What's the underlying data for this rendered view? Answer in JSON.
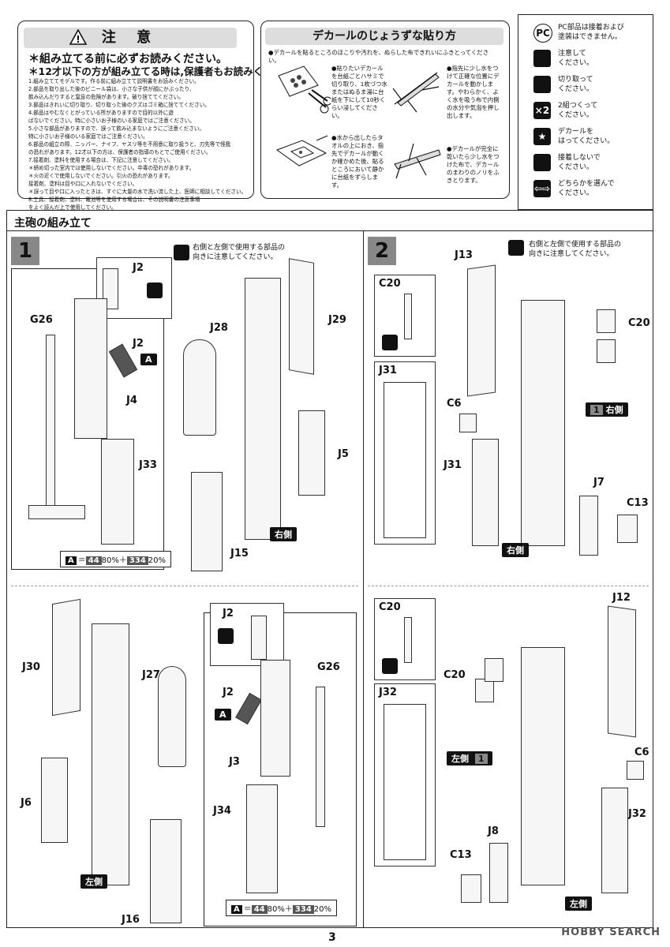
{
  "caution": {
    "title": "注 意",
    "line1": "＊組み立てる前に必ずお読みください。",
    "line2": "＊12才以下の方が組み立てる時は,保護者もお読みください。",
    "notes": [
      "1.組み立ててモデルです。作る前に組み立てて説明書をお読みください。",
      "2.部品を取り出した後のビニール袋は、小さな子供が顔にかぶったり、",
      "  飲み込んだりすると窒息の危険があります。破り捨ててください。",
      "3.部品はきれいに切り取り、切り取った後のクズはゴミ箱に捨ててください。",
      "4.部品はやむなくとがっている所がありますので目的以外に遊",
      "  ばないでください。特に小さいお子様のいる家庭ではご注意ください。",
      "5.小さな部品がありますので、誤って飲み込まないようにご注意ください。",
      "  特に小さいお子様のいる家庭ではご注意ください。",
      "6.部品の組立の際、ニッパー、ナイフ、ヤスリ等を不用意に取り扱うと、刃先等で怪我",
      "  の恐れがあります。12才以下の方は、保護者の指導のもとでご使用ください。",
      "7.接着剤、塗料を使用する場合は、下記に注意してください。",
      "  ＊締め切った室内では使用しないでください。中毒の恐れがあります。",
      "  ＊火の近くで使用しないでください。引火の恐れがあります。",
      "   接着剤、塗料は目や口に入れないでください。",
      "  ＊誤って目や口に入ったときは、すぐに大量の水で洗い流した上、医師に相談してください。",
      "8.工具、接着剤、塗料、電池等を使用する場合は、その説明書の注意事項",
      "  をよく読んだ上で使用してください。"
    ]
  },
  "decal": {
    "title": "デカールのじょうずな貼り方",
    "intro": "●デカールを貼るところのほこりや汚れを、ぬらした布できれいにふきとってください。",
    "steps": [
      "●貼りたいデカールを台紙ごとハサミで切り取り、1枚づつ水またはぬるま湯に台紙を下にして10秒くらい浸してください。",
      "●水から出したらタオルの上におき、指先でデカールが動くか確かめた後、貼るところにおいて静かに台紙をずらします。",
      "●指先に少し水をつけて正確な位置にデカールを動かします。やわらかく、よく水を吸う布で内側の水分や気泡を押し出します。",
      "●デカールが完全に乾いたら少し水をつけた布で、デカールのまわりのノリをふきとります。"
    ]
  },
  "legend": [
    {
      "icon": "PC",
      "name": "pc-icon",
      "text": [
        "PC部品は接着および",
        "塗装はできません。"
      ]
    },
    {
      "icon": "",
      "name": "caution-brush-icon",
      "text": [
        "注意して",
        "ください。"
      ]
    },
    {
      "icon": "",
      "name": "cut-icon",
      "text": [
        "切り取って",
        "ください。"
      ]
    },
    {
      "icon": "×2",
      "name": "make-two-icon",
      "text": [
        "2組つくって",
        "ください。"
      ]
    },
    {
      "icon": "★",
      "name": "decal-star-icon",
      "text": [
        "デカールを",
        "はってください。"
      ]
    },
    {
      "icon": "",
      "name": "no-glue-icon",
      "text": [
        "接着しないで",
        "ください。"
      ]
    },
    {
      "icon": "⇦⇨",
      "name": "choose-icon",
      "text": [
        "どちらかを選んで",
        "ください。"
      ]
    }
  ],
  "assembly": {
    "section_title": "主砲の組み立て",
    "step1": {
      "number": "1",
      "instruction": [
        "右側と左側で使用する部品の",
        "向きに注意してください。"
      ],
      "top_labels": {
        "j2a": "J2",
        "j2b": "J2",
        "a_tag": "A",
        "g26": "G26",
        "j4": "J4",
        "j33": "J33",
        "j28": "J28",
        "j29": "J29",
        "j5": "J5",
        "j15": "J15",
        "right": "右側"
      },
      "bottom_labels": {
        "j30": "J30",
        "j27": "J27",
        "j2a": "J2",
        "j2b": "J2",
        "a_tag": "A",
        "g26": "G26",
        "j3": "J3",
        "j6": "J6",
        "j34": "J34",
        "j16": "J16",
        "left": "左側"
      },
      "formula": {
        "a": "A",
        "eq": "＝",
        "c1": "44",
        "p1": "80%＋",
        "c2": "334",
        "p2": "20%"
      }
    },
    "step2": {
      "number": "2",
      "instruction": [
        "右側と左側で使用する部品の",
        "向きに注意してください。"
      ],
      "top_labels": {
        "j13": "J13",
        "c20box": "C20",
        "c20": "C20",
        "j31box": "J31",
        "c6": "C6",
        "tag1": "1",
        "right_tag": "右側",
        "j31": "J31",
        "j7": "J7",
        "c13": "C13",
        "right": "右側"
      },
      "bottom_labels": {
        "c20box": "C20",
        "j12": "J12",
        "c20": "C20",
        "j32box": "J32",
        "left_tag": "左側",
        "tag1": "1",
        "c6": "C6",
        "j32": "J32",
        "j8": "J8",
        "c13": "C13",
        "left": "左側"
      }
    }
  },
  "page_number": "3",
  "watermark": "HOBBY SEARCH"
}
